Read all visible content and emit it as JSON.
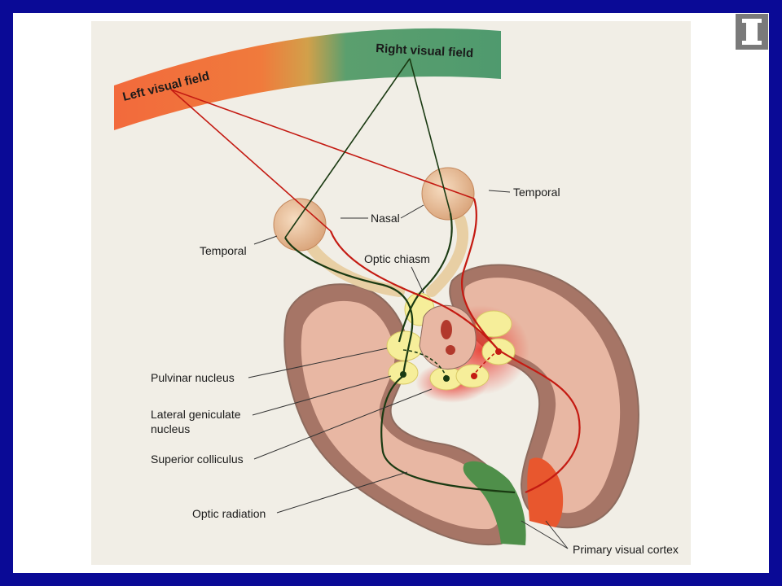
{
  "labels": {
    "left_visual_field": "Left visual field",
    "right_visual_field": "Right visual field",
    "temporal_right": "Temporal",
    "nasal": "Nasal",
    "temporal_left": "Temporal",
    "optic_chiasm": "Optic chiasm",
    "pulvinar_nucleus": "Pulvinar nucleus",
    "lateral_geniculate_line1": "Lateral geniculate",
    "lateral_geniculate_line2": "nucleus",
    "superior_colliculus": "Superior colliculus",
    "optic_radiation": "Optic radiation",
    "primary_visual_cortex": "Primary visual cortex"
  },
  "colors": {
    "frame": "#0a0a96",
    "left_field": "#f26a3c",
    "right_field": "#4f9a6e",
    "left_pathway": "#c41a12",
    "right_pathway": "#1a3a12",
    "brain": "#e8b7a3",
    "brain_edge": "#8e6b5e"
  }
}
